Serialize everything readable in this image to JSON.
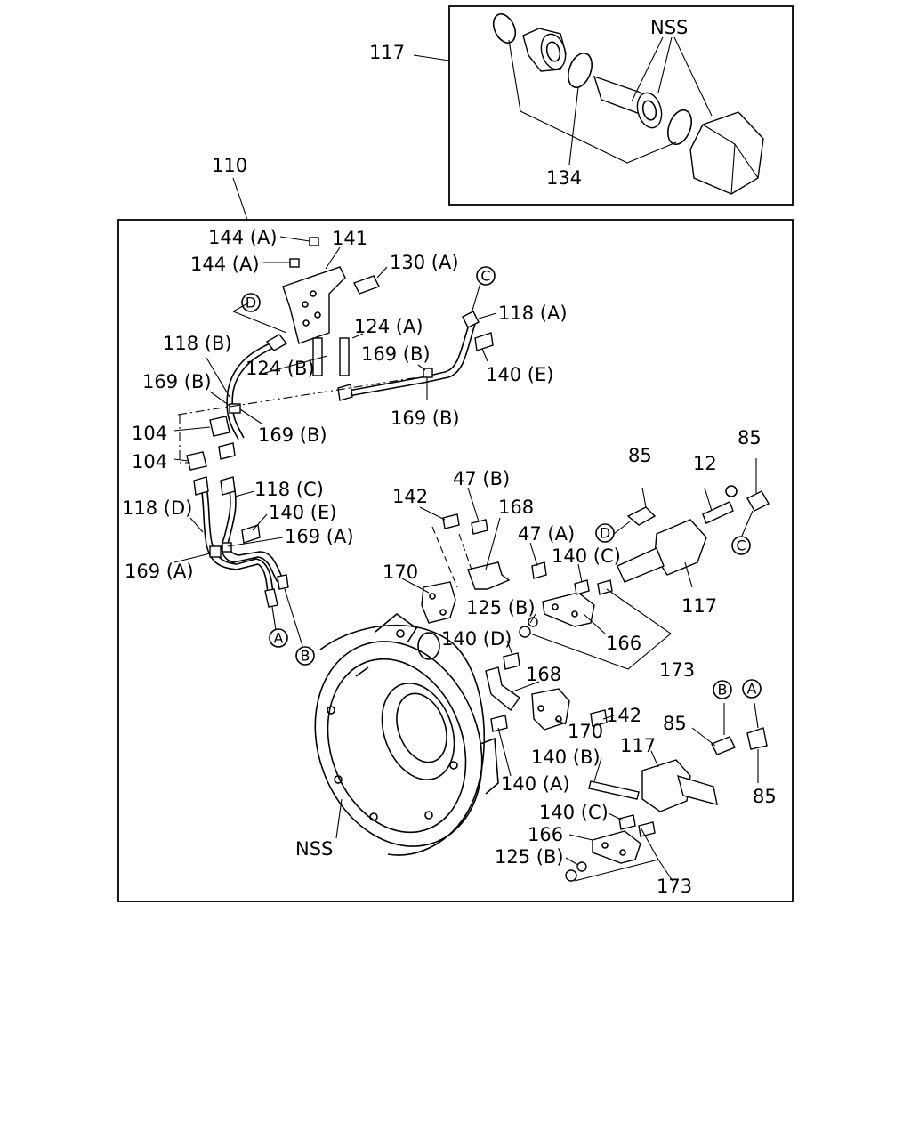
{
  "labels": {
    "p117_top": "117",
    "nss_top": "NSS",
    "p134": "134",
    "p110": "110",
    "p144a_1": "144 (A)",
    "p144a_2": "144 (A)",
    "p141": "141",
    "p130a": "130 (A)",
    "p118a": "118 (A)",
    "p124a": "124 (A)",
    "p118b": "118 (B)",
    "p124b": "124 (B)",
    "p169b_1": "169 (B)",
    "p169b_2": "169 (B)",
    "p169b_3": "169 (B)",
    "p169b_4": "169 (B)",
    "p140e_1": "140 (E)",
    "p104_1": "104",
    "p104_2": "104",
    "p118c": "118 (C)",
    "p118d": "118 (D)",
    "p140e_2": "140 (E)",
    "p169a_1": "169 (A)",
    "p169a_2": "169 (A)",
    "p142_1": "142",
    "p47b": "47 (B)",
    "p168_1": "168",
    "p47a": "47 (A)",
    "p170_1": "170",
    "p140c_1": "140 (C)",
    "p125b_1": "125 (B)",
    "p166_1": "166",
    "p140d": "140 (D)",
    "p173_1": "173",
    "p168_2": "168",
    "p142_2": "142",
    "p170_2": "170",
    "p140a": "140 (A)",
    "p140b": "140 (B)",
    "p117_mid": "117",
    "p117_low": "117",
    "p85_1": "85",
    "p12": "12",
    "p85_2": "85",
    "p85_3": "85",
    "p85_4": "85",
    "p140c_2": "140 (C)",
    "p166_2": "166",
    "p125b_2": "125 (B)",
    "p173_2": "173",
    "nss_bottom": "NSS"
  },
  "circles": {
    "A": "A",
    "B": "B",
    "C": "C",
    "D": "D"
  }
}
